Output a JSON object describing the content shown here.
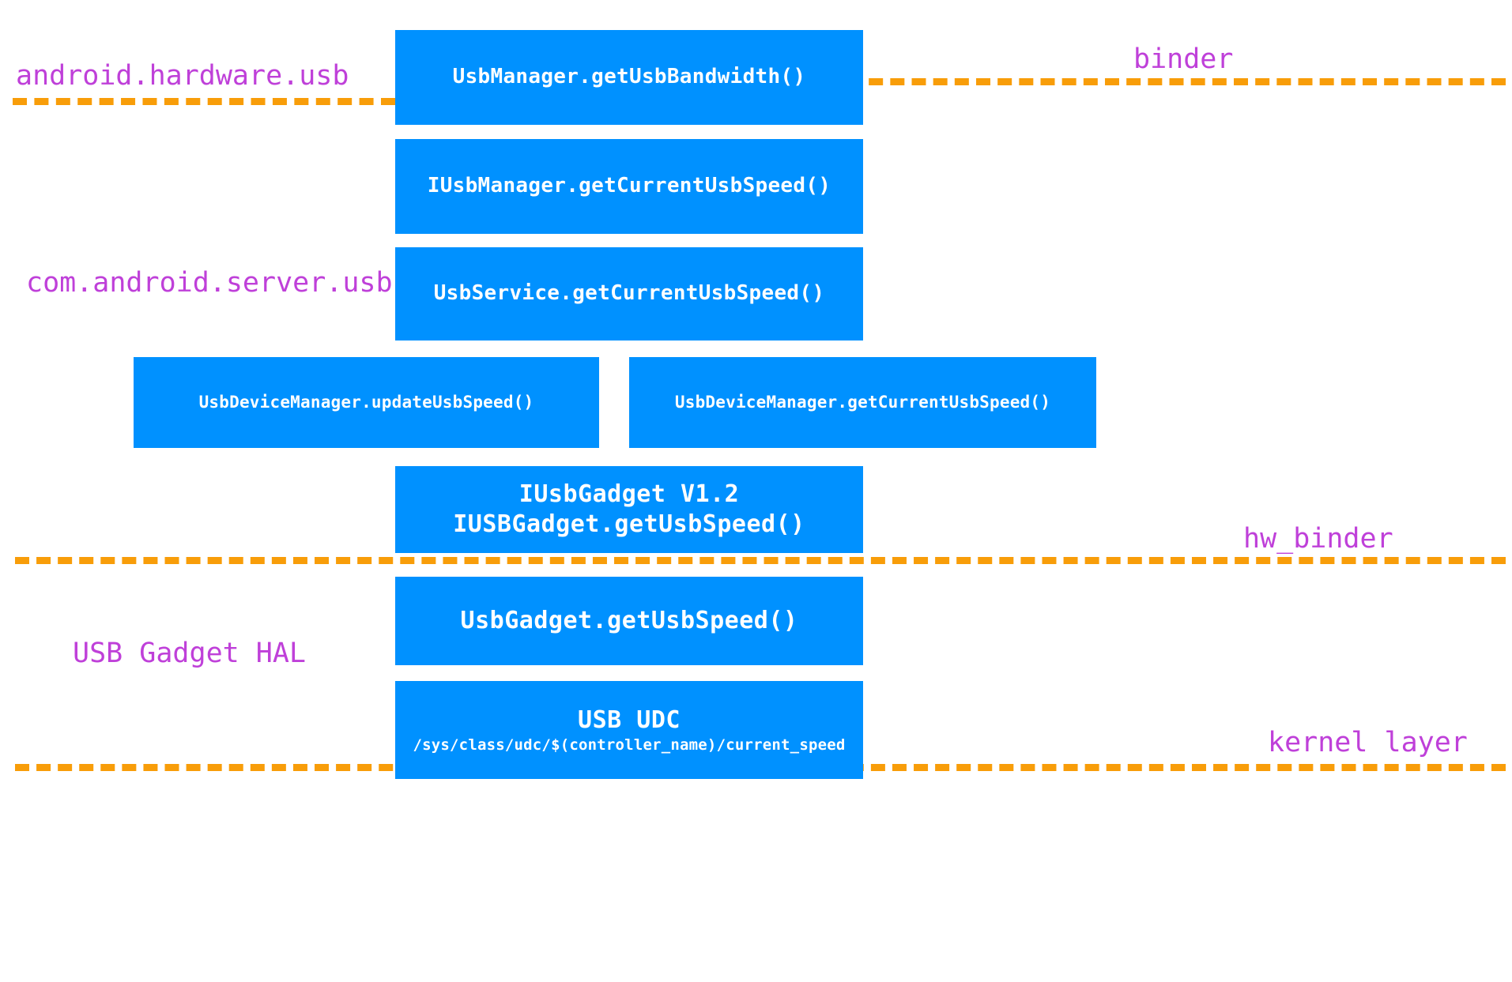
{
  "diagram": {
    "title": "Android USB speed query call stack",
    "background_color": "#ffffff",
    "box_color": "#0091FF",
    "box_text_color": "#ffffff",
    "label_color": "#BF40D9",
    "separator_color": "#F89D09"
  },
  "boxes": [
    {
      "id": "usbmanager",
      "text": "UsbManager.getUsbBandwidth()"
    },
    {
      "id": "iusbmanager",
      "text": "IUsbManager.getCurrentUsbSpeed()"
    },
    {
      "id": "usbservice",
      "text": "UsbService.getCurrentUsbSpeed()"
    },
    {
      "id": "udm-update",
      "text": "UsbDeviceManager.updateUsbSpeed()"
    },
    {
      "id": "udm-getcurrent",
      "text": "UsbDeviceManager.getCurrentUsbSpeed()"
    },
    {
      "id": "iusbgadget",
      "line1": "IUsbGadget V1.2",
      "line2": "IUSBGadget.getUsbSpeed()"
    },
    {
      "id": "usbgadget",
      "text": "UsbGadget.getUsbSpeed()"
    },
    {
      "id": "usb-udc",
      "line1": "USB UDC",
      "line2": "/sys/class/udc/$(controller_name)/current_speed"
    }
  ],
  "labels": {
    "android_hardware_usb": "android.hardware.usb",
    "binder": "binder",
    "com_android_server_usb": "com.android.server.usb",
    "hw_binder": "hw_binder",
    "usb_gadget_hal": "USB Gadget HAL",
    "kernel_layer": "kernel layer"
  },
  "separators": [
    {
      "id": "binder-left",
      "label": "binder"
    },
    {
      "id": "binder-right",
      "label": "binder"
    },
    {
      "id": "hw-binder",
      "label": "hw_binder"
    },
    {
      "id": "kernel",
      "label": "kernel layer"
    }
  ]
}
